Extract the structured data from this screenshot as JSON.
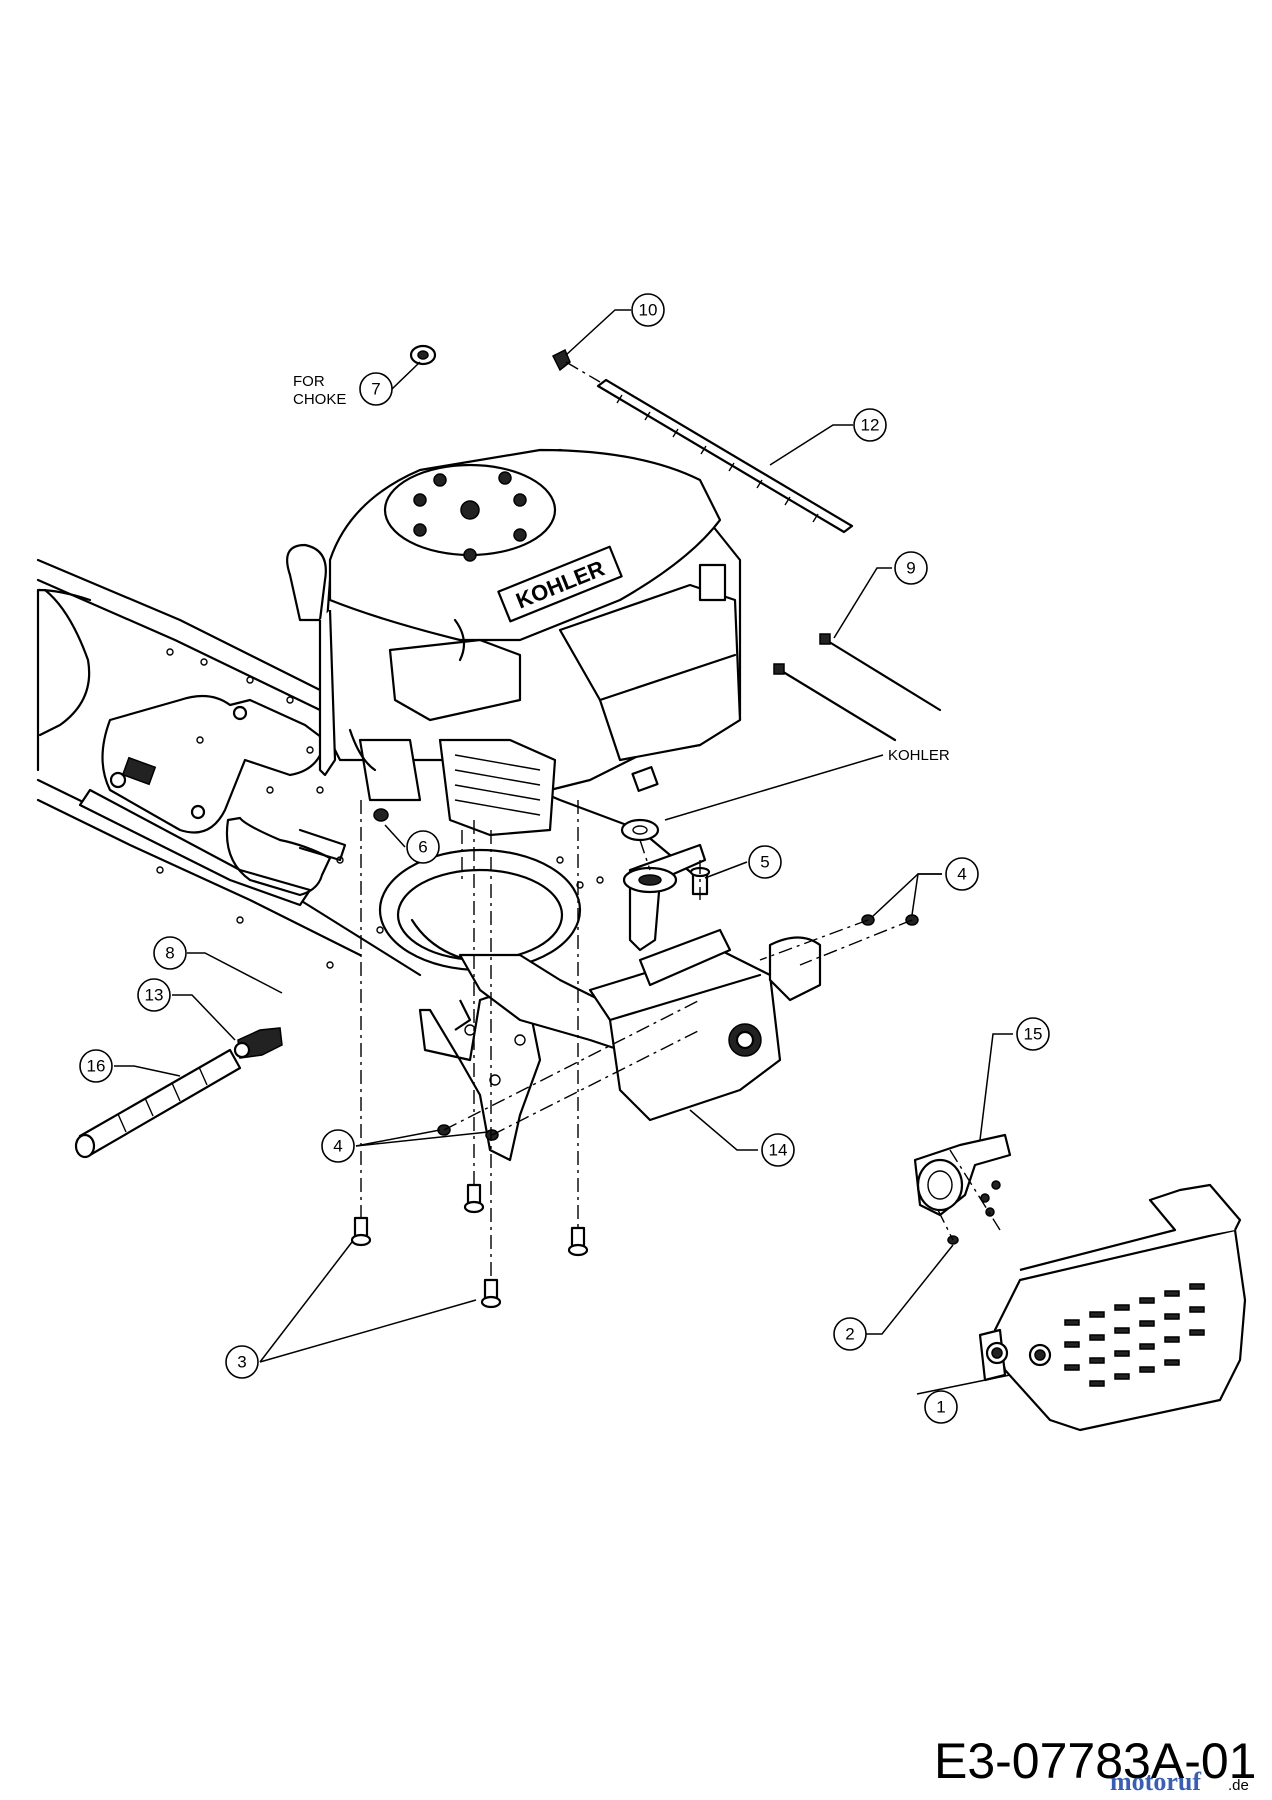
{
  "callouts": [
    {
      "label": "1"
    },
    {
      "label": "2"
    },
    {
      "label": "3"
    },
    {
      "label": "4"
    },
    {
      "label": "4"
    },
    {
      "label": "5"
    },
    {
      "label": "6"
    },
    {
      "label": "7"
    },
    {
      "label": "8"
    },
    {
      "label": "9"
    },
    {
      "label": "10"
    },
    {
      "label": "12"
    },
    {
      "label": "13"
    },
    {
      "label": "14"
    },
    {
      "label": "15"
    },
    {
      "label": "16"
    }
  ],
  "notes": {
    "for_choke_line1": "FOR",
    "for_choke_line2": "CHOKE",
    "kohler": "KOHLER"
  },
  "engine_brand": "KOHLER",
  "drawing_number": "E3-07783A-01",
  "watermark": {
    "text": "motoruf",
    "suffix": ".de",
    "color_primary": "#3b5fb0",
    "color_accent": "#e0a020"
  }
}
